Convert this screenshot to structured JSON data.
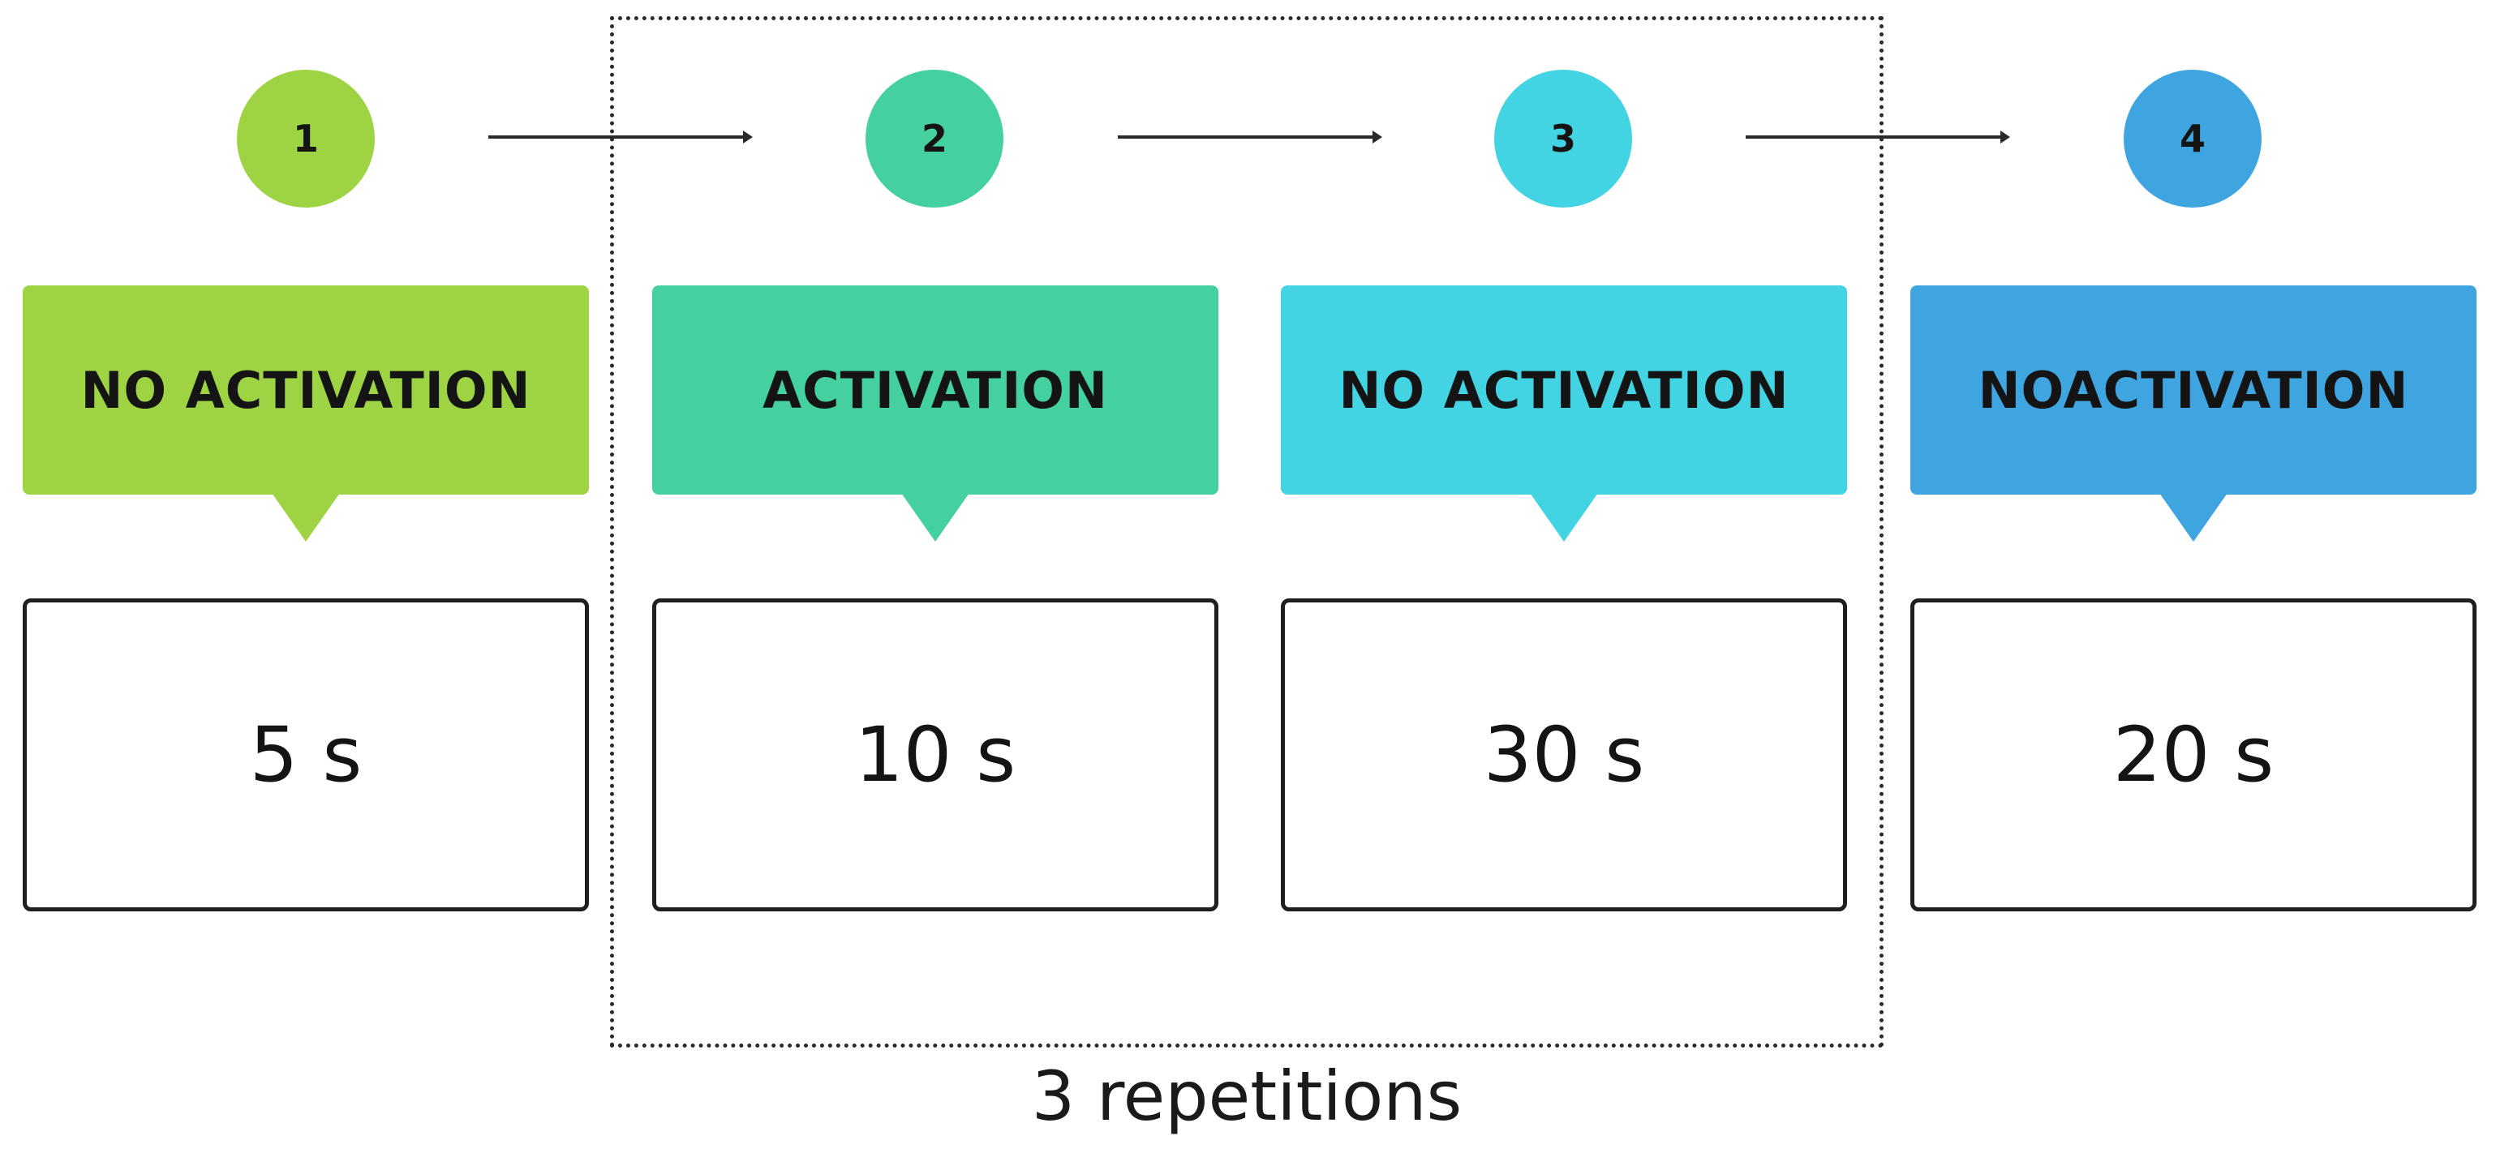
{
  "repetition": {
    "label": "3 repetitions"
  },
  "steps": [
    {
      "number": "1",
      "phase": "NO ACTIVATION",
      "duration": "5 s",
      "color": "#9ED443"
    },
    {
      "number": "2",
      "phase": "ACTIVATION",
      "duration": "10 s",
      "color": "#45D0A0"
    },
    {
      "number": "3",
      "phase": "NO ACTIVATION",
      "duration": "30 s",
      "color": "#42D4E2"
    },
    {
      "number": "4",
      "phase": "NOACTIVATION",
      "duration": "20 s",
      "color": "#3EA5E0"
    }
  ],
  "colors": {
    "line": "#2a2a2a",
    "border": "#1f1f1f",
    "text": "#141414"
  }
}
